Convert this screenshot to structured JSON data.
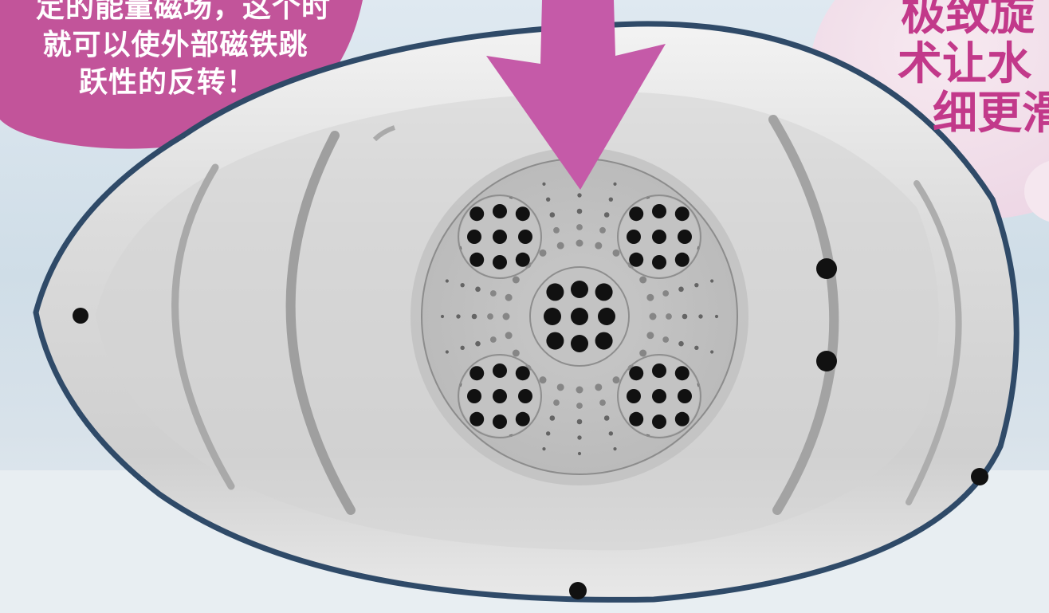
{
  "left_bubble": {
    "lines": [
      "定的能量磁场，这个时",
      "就可以使外部磁铁跳",
      "跃性的反转！"
    ],
    "color": "#c2549a"
  },
  "right_bubble": {
    "lines": [
      "极致旋",
      "术让水",
      "细更滑"
    ],
    "text_color": "#c2398a"
  },
  "arrow": {
    "color": "#c55aa8"
  },
  "device": {
    "body_color": "#d9d9d9",
    "rim_color": "#2f4a68",
    "hole_color": "#111111"
  }
}
